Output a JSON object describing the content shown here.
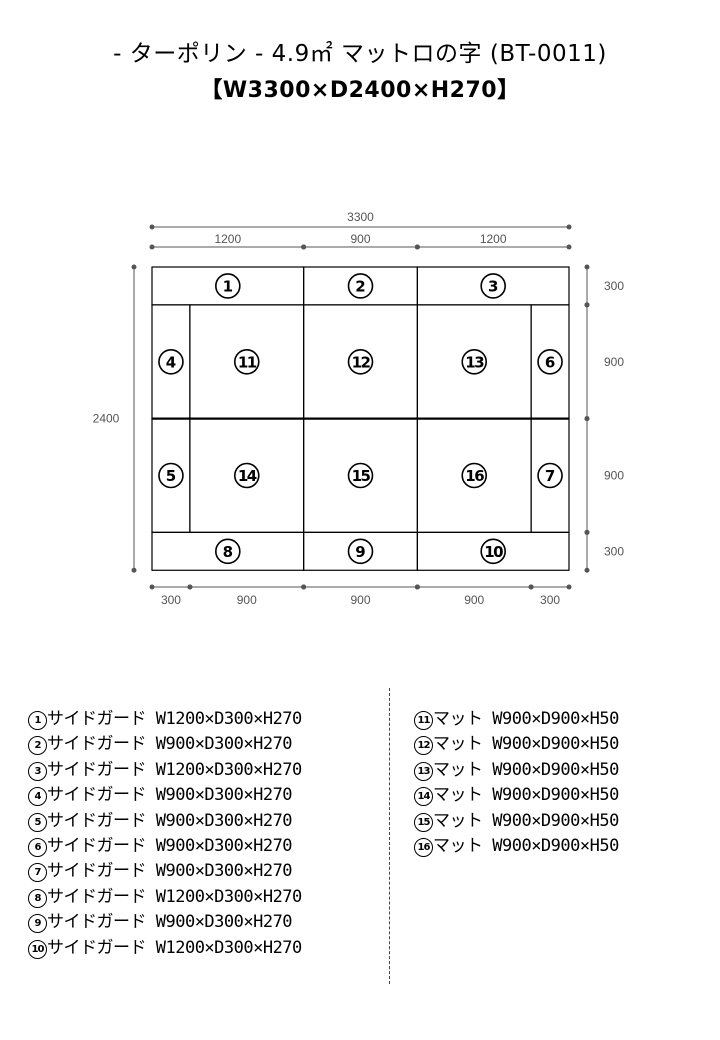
{
  "title": {
    "line1": "- ターポリン - 4.9㎡ マットロの字 (BT-0011)",
    "line2": "【W3300×D2400×H270】"
  },
  "diagram": {
    "unit": "mm",
    "total_width_label": "3300",
    "total_depth_label": "2400",
    "top_segments": [
      "1200",
      "900",
      "1200"
    ],
    "bottom_segments": [
      "300",
      "900",
      "900",
      "900",
      "300"
    ],
    "right_segments": [
      "300",
      "900",
      "900",
      "300"
    ],
    "pieces": [
      "1",
      "2",
      "3",
      "4",
      "5",
      "6",
      "7",
      "8",
      "9",
      "10",
      "11",
      "12",
      "13",
      "14",
      "15",
      "16"
    ]
  },
  "parts_left": [
    {
      "no": "1",
      "name": "サイドガード",
      "size": "W1200×D300×H270"
    },
    {
      "no": "2",
      "name": "サイドガード",
      "size": "W900×D300×H270"
    },
    {
      "no": "3",
      "name": "サイドガード",
      "size": "W1200×D300×H270"
    },
    {
      "no": "4",
      "name": "サイドガード",
      "size": "W900×D300×H270"
    },
    {
      "no": "5",
      "name": "サイドガード",
      "size": "W900×D300×H270"
    },
    {
      "no": "6",
      "name": "サイドガード",
      "size": "W900×D300×H270"
    },
    {
      "no": "7",
      "name": "サイドガード",
      "size": "W900×D300×H270"
    },
    {
      "no": "8",
      "name": "サイドガード",
      "size": "W1200×D300×H270"
    },
    {
      "no": "9",
      "name": "サイドガード",
      "size": "W900×D300×H270"
    },
    {
      "no": "10",
      "name": "サイドガード",
      "size": "W1200×D300×H270"
    }
  ],
  "parts_right": [
    {
      "no": "11",
      "name": "マット",
      "size": "W900×D900×H50"
    },
    {
      "no": "12",
      "name": "マット",
      "size": "W900×D900×H50"
    },
    {
      "no": "13",
      "name": "マット",
      "size": "W900×D900×H50"
    },
    {
      "no": "14",
      "name": "マット",
      "size": "W900×D900×H50"
    },
    {
      "no": "15",
      "name": "マット",
      "size": "W900×D900×H50"
    },
    {
      "no": "16",
      "name": "マット",
      "size": "W900×D900×H50"
    }
  ]
}
